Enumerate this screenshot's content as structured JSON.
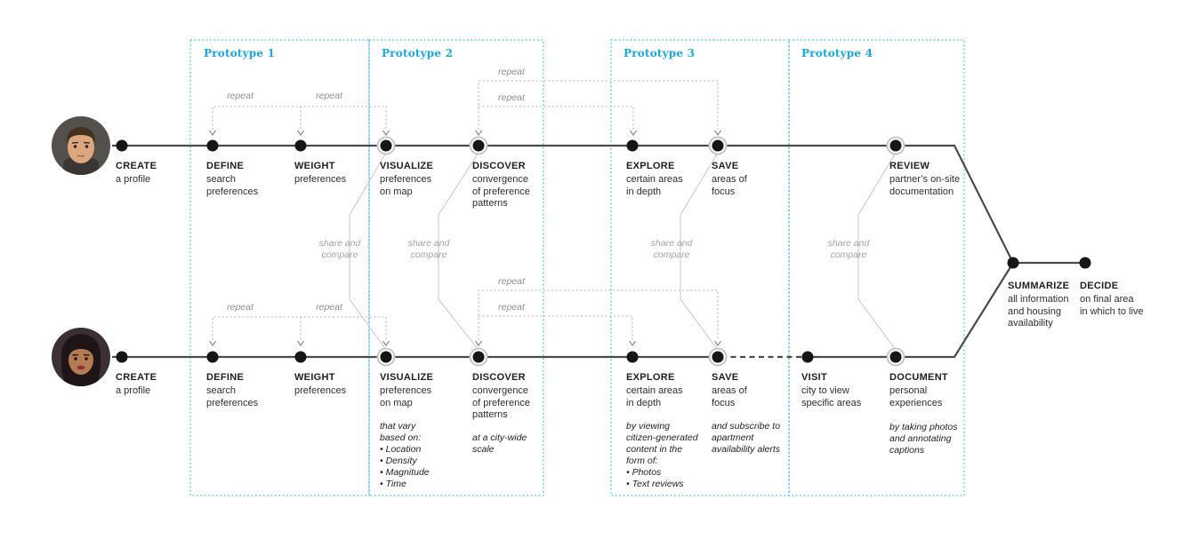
{
  "prototypes": [
    {
      "label": "Prototype 1"
    },
    {
      "label": "Prototype 2"
    },
    {
      "label": "Prototype 3"
    },
    {
      "label": "Prototype 4"
    }
  ],
  "annotations": {
    "repeat": "repeat",
    "share_and_compare": "share and\ncompare"
  },
  "partner_a": {
    "avatar": "man-portrait",
    "steps": [
      {
        "title": "CREATE",
        "subtitle": "a profile"
      },
      {
        "title": "DEFINE",
        "subtitle": "search\npreferences"
      },
      {
        "title": "WEIGHT",
        "subtitle": "preferences"
      },
      {
        "title": "VISUALIZE",
        "subtitle": "preferences\non map"
      },
      {
        "title": "DISCOVER",
        "subtitle": "convergence\nof preference\npatterns"
      },
      {
        "title": "EXPLORE",
        "subtitle": "certain areas\nin depth"
      },
      {
        "title": "SAVE",
        "subtitle": "areas of\nfocus"
      },
      {
        "title": "REVIEW",
        "subtitle": "partner’s on-site\ndocumentation"
      }
    ]
  },
  "partner_b": {
    "avatar": "woman-portrait",
    "steps": [
      {
        "title": "CREATE",
        "subtitle": "a profile"
      },
      {
        "title": "DEFINE",
        "subtitle": "search\npreferences"
      },
      {
        "title": "WEIGHT",
        "subtitle": "preferences"
      },
      {
        "title": "VISUALIZE",
        "subtitle": "preferences\non map",
        "detail": "that vary\nbased on:\n• Location\n• Density\n• Magnitude\n• Time"
      },
      {
        "title": "DISCOVER",
        "subtitle": "convergence\nof preference\npatterns",
        "detail": "at a city-wide\nscale"
      },
      {
        "title": "EXPLORE",
        "subtitle": "certain areas\nin depth",
        "detail": "by viewing\ncitizen-generated\ncontent in the\nform of:\n• Photos\n• Text reviews"
      },
      {
        "title": "SAVE",
        "subtitle": "areas of\nfocus",
        "detail": "and subscribe to\napartment\navailability alerts"
      },
      {
        "title": "VISIT",
        "subtitle": "city to view\nspecific areas"
      },
      {
        "title": "DOCUMENT",
        "subtitle": "personal\nexperiences",
        "detail": "by taking photos\nand annotating\ncaptions"
      }
    ]
  },
  "joint_steps": [
    {
      "title": "SUMMARIZE",
      "subtitle": "all information\nand housing\navailability"
    },
    {
      "title": "DECIDE",
      "subtitle": "on final area\nin which to live"
    }
  ],
  "colors": {
    "accent_blue": "#1ba8e0",
    "timeline": "#4b4b4b",
    "node": "#161616",
    "muted_gray": "#8e8e8e"
  }
}
